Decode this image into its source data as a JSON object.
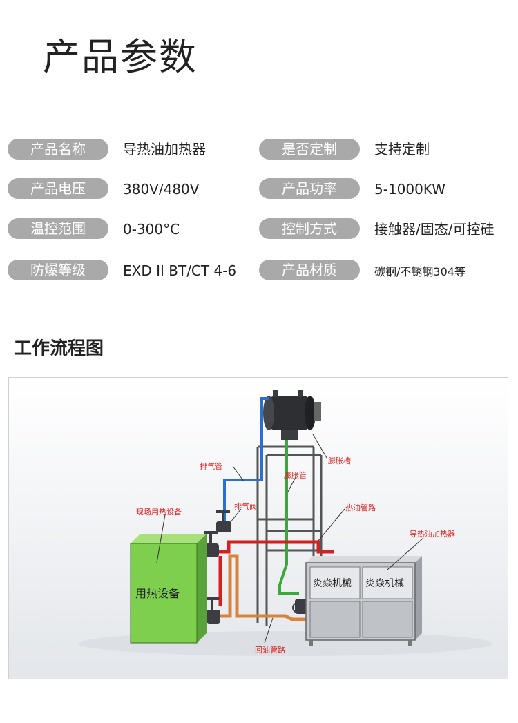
{
  "header": {
    "title": "产品参数"
  },
  "params": {
    "left": [
      {
        "label": "产品名称",
        "value": "导热油加热器"
      },
      {
        "label": "产品电压",
        "value": "380V/480V"
      },
      {
        "label": "温控范围",
        "value": "0-300°C"
      },
      {
        "label": "防爆等级",
        "value": "EXD II BT/CT 4-6"
      }
    ],
    "right": [
      {
        "label": "是否定制",
        "value": "支持定制"
      },
      {
        "label": "产品功率",
        "value": "5-1000KW"
      },
      {
        "label": "控制方式",
        "value": "接触器/固态/可控硅"
      },
      {
        "label": "产品材质",
        "value": "碳钢/不锈钢304等"
      }
    ]
  },
  "flow": {
    "title": "工作流程图",
    "labels": {
      "expansion_tank": "膨胀槽",
      "exhaust_pipe": "排气管",
      "expansion_pipe": "膨胀管",
      "exhaust_valve": "排气阀",
      "hot_oil_line": "热油管路",
      "site_equipment": "现场用热设备",
      "heater": "导热油加热器",
      "return_line": "回油管路"
    },
    "equipment_text": {
      "user_equipment": "用热设备",
      "panel_text_1": "炎焱机械",
      "panel_text_2": "炎焱机械"
    },
    "colors": {
      "exhaust_pipe": "#2a6fd1",
      "expansion_pipe": "#3aa83a",
      "hot_oil_line": "#d42020",
      "return_line": "#d9823a",
      "user_equipment": "#7fcf4f",
      "label_red": "#e02020",
      "pill_gray": "#a9a9a9"
    }
  }
}
